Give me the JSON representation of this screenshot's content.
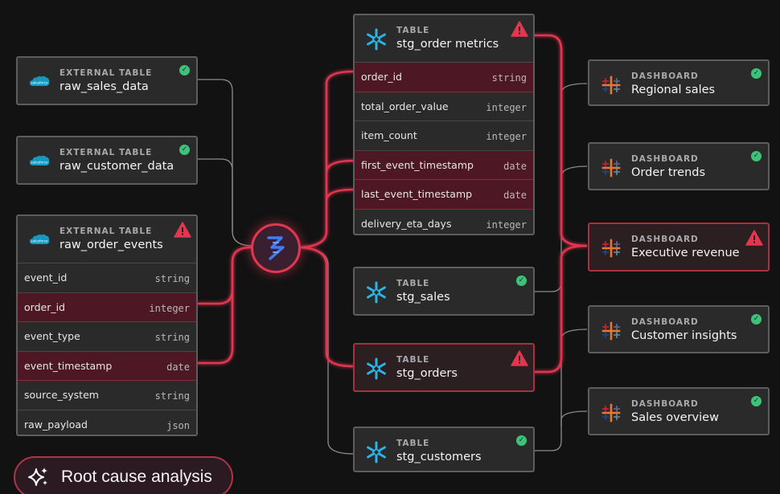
{
  "nodes": {
    "raw_sales": {
      "type": "External table",
      "title": "raw_sales_data",
      "status": "ok"
    },
    "raw_customer": {
      "type": "External table",
      "title": "raw_customer_data",
      "status": "ok"
    },
    "raw_order_events": {
      "type": "External table",
      "title": "raw_order_events",
      "status": "warn",
      "columns": [
        {
          "name": "event_id",
          "type": "string",
          "highlight": false
        },
        {
          "name": "order_id",
          "type": "integer",
          "highlight": true
        },
        {
          "name": "event_type",
          "type": "string",
          "highlight": false
        },
        {
          "name": "event_timestamp",
          "type": "date",
          "highlight": true
        },
        {
          "name": "source_system",
          "type": "string",
          "highlight": false
        },
        {
          "name": "raw_payload",
          "type": "json",
          "highlight": false
        }
      ]
    },
    "stg_order_metrics": {
      "type": "Table",
      "title": "stg_order metrics",
      "status": "warn",
      "columns": [
        {
          "name": "order_id",
          "type": "string",
          "highlight": true
        },
        {
          "name": "total_order_value",
          "type": "integer",
          "highlight": false
        },
        {
          "name": "item_count",
          "type": "integer",
          "highlight": false
        },
        {
          "name": "first_event_timestamp",
          "type": "date",
          "highlight": true
        },
        {
          "name": "last_event_timestamp",
          "type": "date",
          "highlight": true
        },
        {
          "name": "delivery_eta_days",
          "type": "integer",
          "highlight": false
        }
      ]
    },
    "stg_sales": {
      "type": "Table",
      "title": "stg_sales",
      "status": "ok"
    },
    "stg_orders": {
      "type": "Table",
      "title": "stg_orders",
      "status": "warn"
    },
    "stg_customers": {
      "type": "Table",
      "title": "stg_customers",
      "status": "ok"
    },
    "dash_regional": {
      "type": "Dashboard",
      "title": "Regional sales",
      "status": "ok"
    },
    "dash_order_trends": {
      "type": "Dashboard",
      "title": "Order trends",
      "status": "ok"
    },
    "dash_exec_revenue": {
      "type": "Dashboard",
      "title": "Executive revenue",
      "status": "warn"
    },
    "dash_customer_insights": {
      "type": "Dashboard",
      "title": "Customer insights",
      "status": "ok"
    },
    "dash_sales_overview": {
      "type": "Dashboard",
      "title": "Sales overview",
      "status": "ok"
    }
  },
  "icons": {
    "external_table": "salesforce-cloud-icon",
    "table": "snowflake-icon",
    "dashboard": "tableau-icon",
    "hub": "transform-hub-icon",
    "rca": "sparkle-icon"
  },
  "colors": {
    "alert": "#e3364f",
    "ok": "#3ec27a",
    "neutral_link": "#8c8c90"
  },
  "rca_button": {
    "label": "Root cause analysis"
  }
}
